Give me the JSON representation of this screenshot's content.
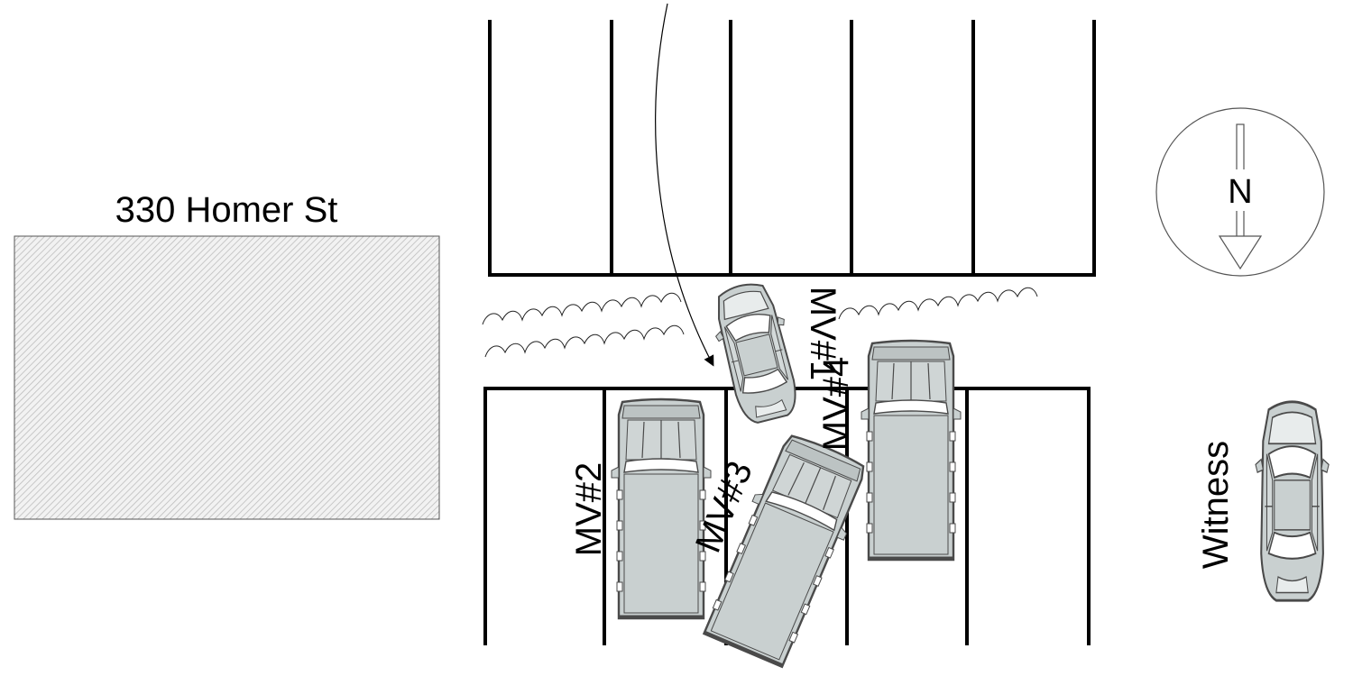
{
  "building": {
    "label": "330 Homer St"
  },
  "compass": {
    "letter": "N"
  },
  "vehicles": [
    {
      "id": "mv1",
      "label": "MV#1",
      "kind": "sedan"
    },
    {
      "id": "mv2",
      "label": "MV#2",
      "kind": "truck"
    },
    {
      "id": "mv3",
      "label": "MV#3",
      "kind": "truck"
    },
    {
      "id": "mv4",
      "label": "MV#4",
      "kind": "truck"
    },
    {
      "id": "witness",
      "label": "Witness",
      "kind": "sedan"
    }
  ],
  "colors": {
    "vehicle_fill": "#c9d0d0",
    "glass": "#d3d9d9",
    "stroke": "#4a4a4a",
    "building_hatch": "#cfcfcf"
  }
}
